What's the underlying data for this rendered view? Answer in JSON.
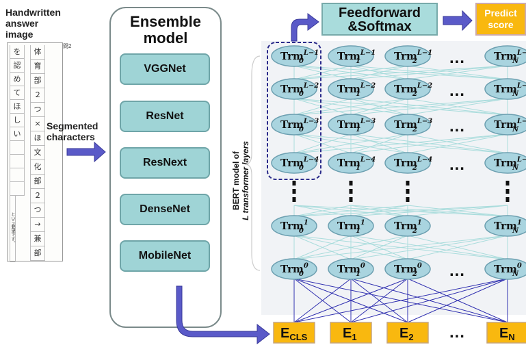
{
  "handwritten": {
    "line1": "Handwritten",
    "line2": "answer",
    "line3": "image"
  },
  "segmented": {
    "line1": "Segmented",
    "line2": "characters"
  },
  "ensemble": {
    "title_line1": "Ensemble",
    "title_line2": "model",
    "models": [
      "VGGNet",
      "ResNet",
      "ResNext",
      "DenseNet",
      "MobileNet"
    ]
  },
  "feedforward": {
    "line1": "Feedforward",
    "line2": "&Softmax"
  },
  "predict": {
    "line1": "Predict",
    "line2": "score"
  },
  "bert_label": {
    "line1": "BERT model of",
    "line2": "L transformer layers"
  },
  "trm_base": "Trm",
  "trm_layers": [
    "L−1",
    "L−2",
    "L−3",
    "L−4",
    "1",
    "0"
  ],
  "trm_positions": [
    "0",
    "1",
    "2",
    "N"
  ],
  "ellipsis": "…",
  "embeddings": [
    {
      "base": "E",
      "sub": "CLS"
    },
    {
      "base": "E",
      "sub": "1"
    },
    {
      "base": "E",
      "sub": "2"
    },
    {
      "base": "E",
      "sub": "N"
    }
  ],
  "colors": {
    "teal_box": "#9fd4d6",
    "orange_box": "#f9b80f",
    "ellipse_fill": "#a9d4df",
    "arrow": "#5a5ac8",
    "connection_teal": "#a9dcdc",
    "connection_blue": "#3030b0",
    "dashed": "#2a2a8a"
  },
  "answer_sheet": {
    "col1": [
      "を",
      "認",
      "め",
      "て",
      "ほ",
      "し",
      "い",
      "",
      "",
      "",
      "",
      "という要望です。"
    ],
    "col2": [
      "体",
      "育",
      "部",
      "２",
      "つ",
      "×",
      "ほ",
      "文",
      "化",
      "部",
      "２",
      "つ",
      "→",
      "兼",
      "部"
    ],
    "header": "問2"
  }
}
